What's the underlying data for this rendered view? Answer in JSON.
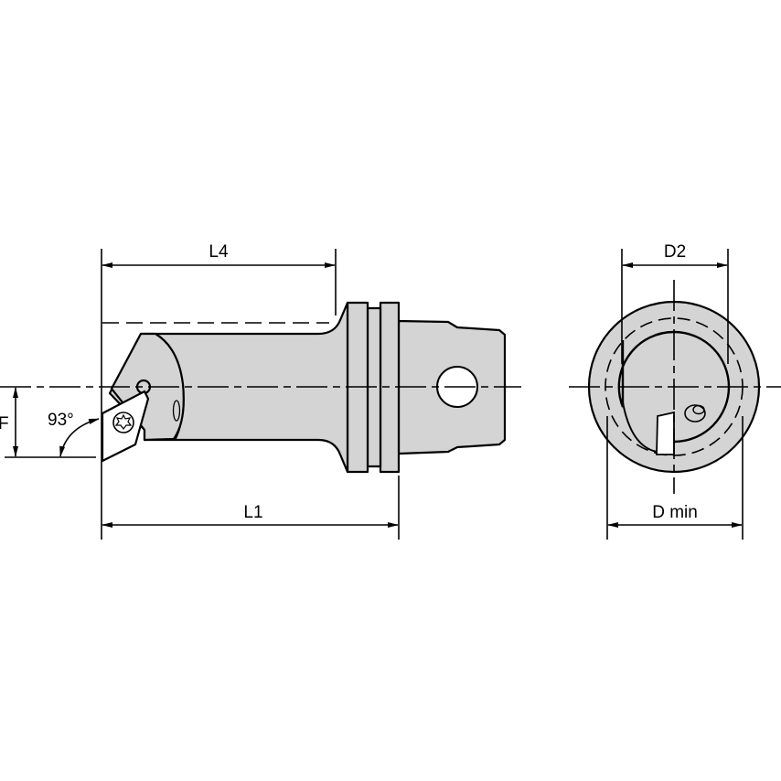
{
  "drawing": {
    "title": "Boring bar with KM-style clamping shank — side and end views",
    "colors": {
      "part_fill": "#d4d4d4",
      "line": "#000000",
      "background": "#ffffff"
    }
  },
  "side_view": {
    "dimensions": {
      "L4": "L4",
      "L1": "L1",
      "F": "F",
      "angle": "93°"
    }
  },
  "end_view": {
    "dimensions": {
      "D2": "D2",
      "D_min": "D min"
    }
  }
}
